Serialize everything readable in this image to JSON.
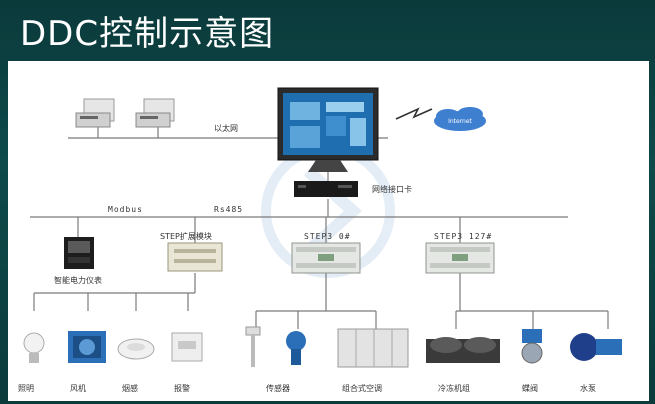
{
  "title": "DDC控制示意图",
  "network": {
    "ethernet_label": "以太网",
    "cloud_label": "Internet",
    "nic_label": "网络接口卡",
    "modbus_label": "Modbus",
    "rs485_label": "Rs485"
  },
  "controllers": {
    "meter_label": "智能电力仪表",
    "step_ext_label": "STEP扩展模块",
    "step3_0_label": "STEP3 0#",
    "step3_127_label": "STEP3 127#"
  },
  "devices": [
    {
      "label": "照明",
      "icon": "bulb-icon"
    },
    {
      "label": "风机",
      "icon": "fan-icon"
    },
    {
      "label": "烟感",
      "icon": "smoke-detector-icon"
    },
    {
      "label": "报警",
      "icon": "alarm-icon"
    },
    {
      "label": "传感器",
      "icon": "sensor-icon"
    },
    {
      "label": "组合式空调",
      "icon": "ahu-icon"
    },
    {
      "label": "冷冻机组",
      "icon": "chiller-icon"
    },
    {
      "label": "蝶阀",
      "icon": "valve-icon"
    },
    {
      "label": "水泵",
      "icon": "pump-icon"
    }
  ],
  "colors": {
    "background": "#0e4a4a",
    "panel": "#ffffff",
    "line": "#7a7a7a",
    "screen": "#1f6fb0",
    "device_blue": "#2a6fb8"
  }
}
